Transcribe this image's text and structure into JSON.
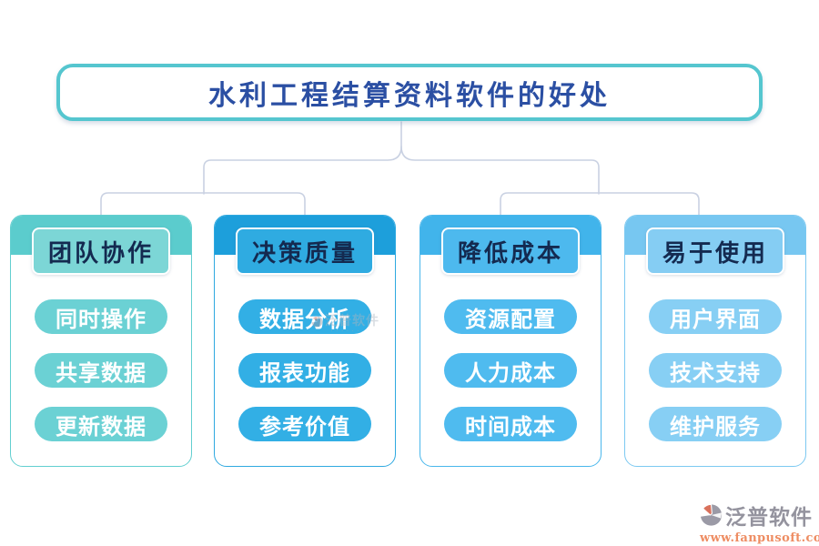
{
  "title": "水利工程结算资料软件的好处",
  "branches": [
    {
      "label": "团队协作",
      "items": [
        "同时操作",
        "共享数据",
        "更新数据"
      ],
      "colors": {
        "band": "#5bcccd",
        "header": "#7cd6d6",
        "pill": "#6bd1d4",
        "border": "#62cfd0"
      }
    },
    {
      "label": "决策质量",
      "items": [
        "数据分析",
        "报表功能",
        "参考价值"
      ],
      "colors": {
        "band": "#1d9fdb",
        "header": "#2fabe1",
        "pill": "#32afe5",
        "border": "#2fa9e0"
      }
    },
    {
      "label": "降低成本",
      "items": [
        "资源配置",
        "人力成本",
        "时间成本"
      ],
      "colors": {
        "band": "#41b4eb",
        "header": "#4db9ee",
        "pill": "#4fbbef",
        "border": "#49b7ec"
      }
    },
    {
      "label": "易于使用",
      "items": [
        "用户界面",
        "技术支持",
        "维护服务"
      ],
      "colors": {
        "band": "#77c7f1",
        "header": "#85cdf3",
        "pill": "#87cff4",
        "border": "#7cc9f1"
      }
    }
  ],
  "watermark": {
    "brand": "泛普软件"
  },
  "footer": {
    "brand": "泛普软件",
    "url": "www.fanpusoft.com"
  },
  "colors": {
    "title_border": "#55c6cf",
    "title_text": "#2b4fa3",
    "connector": "#c9d1e2",
    "header_text": "#142a50",
    "pill_text": "#ffffff",
    "footer_brand_text": "#94939e",
    "footer_url_text": "#ee8d63",
    "logo_gray": "#9b9aa6",
    "logo_orange": "#d9715c"
  }
}
